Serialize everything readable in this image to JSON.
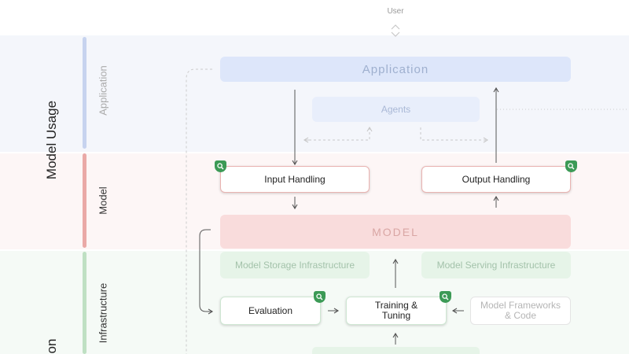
{
  "top": {
    "user_label": "User"
  },
  "side": {
    "main_title_1": "Model Usage",
    "main_title_2_partial": "on",
    "application_label": "Application",
    "model_label": "Model",
    "infrastructure_label": "Infrastructure"
  },
  "nodes": {
    "application": "Application",
    "agents": "Agents",
    "input_handling": "Input Handling",
    "output_handling": "Output Handling",
    "model": "MODEL",
    "model_storage": "Model Storage Infrastructure",
    "model_serving": "Model Serving Infrastructure",
    "evaluation": "Evaluation",
    "training_tuning": "Training &\nTuning",
    "model_frameworks": "Model Frameworks\n& Code"
  },
  "colors": {
    "application_band": "#eef2fb",
    "model_band": "#fbeeee",
    "infra_band": "#eef6ef",
    "application_bar": "#c7d3ef",
    "model_bar": "#eaa9a7",
    "infra_bar": "#bfe0c3",
    "badge": "#3c9a56"
  },
  "icons": {
    "badge": "magnifier-shield-icon"
  }
}
